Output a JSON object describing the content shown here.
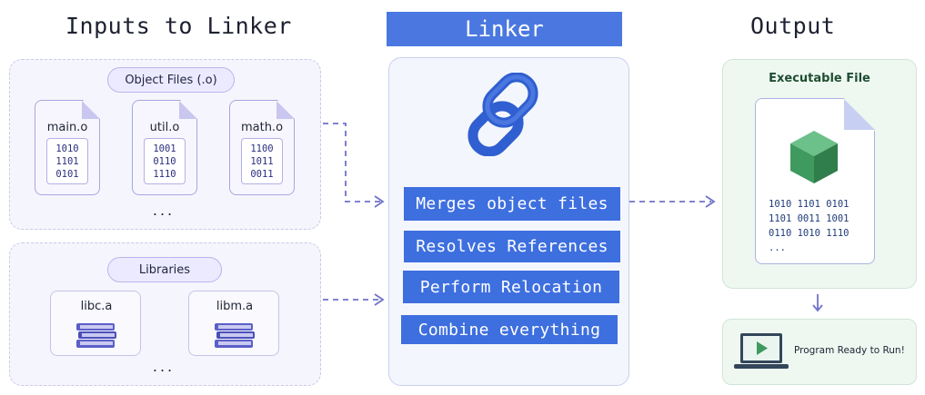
{
  "titles": {
    "inputs": "Inputs to Linker",
    "linker": "Linker",
    "output": "Output"
  },
  "object_files": {
    "label": "Object Files (.o)",
    "files": [
      {
        "name": "main.o",
        "bits": [
          "1010",
          "1101",
          "0101"
        ]
      },
      {
        "name": "util.o",
        "bits": [
          "1001",
          "0110",
          "1110"
        ]
      },
      {
        "name": "math.o",
        "bits": [
          "1100",
          "1011",
          "0011"
        ]
      }
    ],
    "more": "..."
  },
  "libraries": {
    "label": "Libraries",
    "items": [
      {
        "name": "libc.a"
      },
      {
        "name": "libm.a"
      }
    ],
    "more": "..."
  },
  "linker": {
    "steps": [
      "Merges object files",
      "Resolves References",
      "Perform Relocation",
      "Combine everything"
    ]
  },
  "output": {
    "executable_label": "Executable File",
    "bits": [
      "1010 1101 0101",
      "1101 0011 1001",
      "0110 1010 1110",
      "..."
    ],
    "run_label": "Program Ready to Run!"
  },
  "colors": {
    "linker_blue": "#4a78e0",
    "step_blue": "#3e6fdf",
    "input_panel": "#f5f5fd",
    "output_panel": "#eef8f1",
    "arrow": "#6e72c9",
    "cube": "#4aa46a",
    "book": "#5b5fc7"
  },
  "icons": {
    "chain": "chain-link-icon",
    "file": "file-icon",
    "book": "book-stack-icon",
    "cube": "cube-icon",
    "laptop": "laptop-play-icon"
  }
}
